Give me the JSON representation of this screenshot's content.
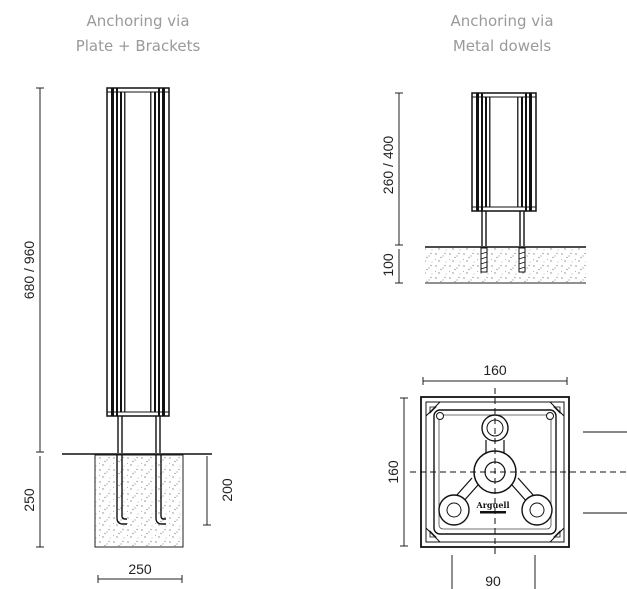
{
  "captions": {
    "left": [
      "Anchoring via",
      "Plate + Brackets"
    ],
    "right": [
      "Anchoring via",
      "Metal dowels"
    ]
  },
  "dimensions": {
    "left_height": "680 / 960",
    "left_depth": "250",
    "left_rod": "200",
    "left_width": "250",
    "right_height": "260 / 400",
    "right_depth": "100",
    "plate_width": "160",
    "plate_height": "160",
    "plate_inner": "90"
  },
  "logo_text": "Arguell"
}
